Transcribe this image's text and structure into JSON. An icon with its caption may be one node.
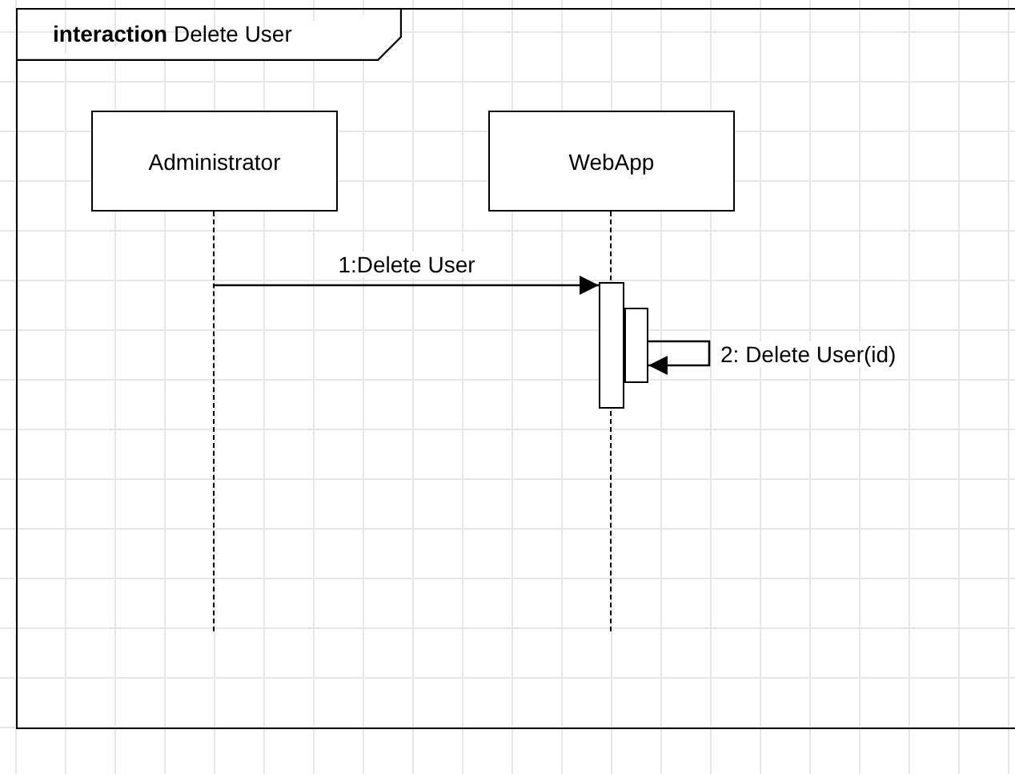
{
  "diagram": {
    "nodes": [
      {
        "text": [
          "**interaction** Delete User"
        ]
      },
      {
        "text": [
          "Administrator"
        ],
        "in": 0
      },
      {
        "text": [
          "WebApp"
        ],
        "in": 0
      },
      {
        "text": [],
        "shape": "line",
        "in": 0
      },
      {
        "text": [],
        "shape": "line",
        "in": 0
      },
      {
        "text": [],
        "shape": "bar",
        "in": 0
      },
      {
        "text": [],
        "shape": "bar",
        "in": 0
      }
    ],
    "edges": [
      {
        "from": 3,
        "to": 5,
        "arrow": "to",
        "label": "1:Delete User"
      },
      {
        "from": 6,
        "to": 6,
        "arrow": "to",
        "label": "2: Delete User(id)"
      }
    ]
  }
}
